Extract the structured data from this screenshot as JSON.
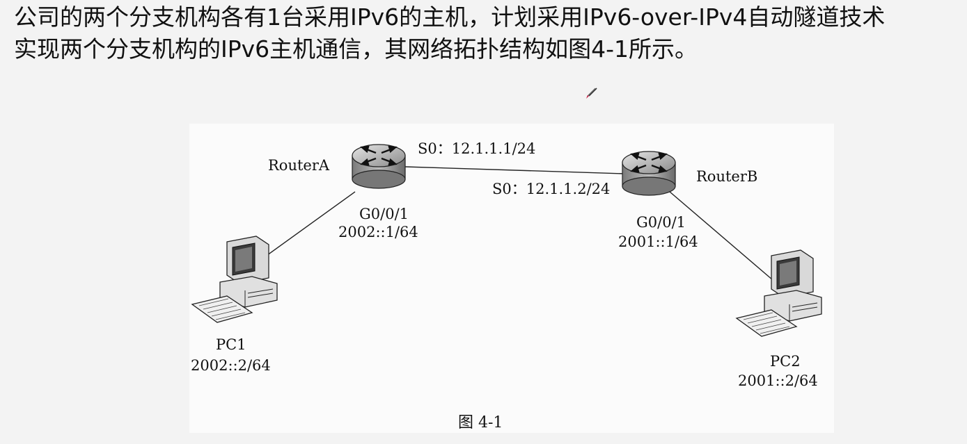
{
  "slide": {
    "line1": "公司的两个分支机构各有1台采用IPv6的主机，计划采用IPv6-over-IPv4自动隧道技术",
    "line2": "实现两个分支机构的IPv6主机通信，其网络拓扑结构如图4-1所示。"
  },
  "diagram": {
    "router_a": {
      "name": "RouterA",
      "serial_label": "S0：12.1.1.1/24",
      "gig_port": "G0/0/1",
      "gig_addr": "2002::1/64"
    },
    "router_b": {
      "name": "RouterB",
      "serial_label": "S0：12.1.1.2/24",
      "gig_port": "G0/0/1",
      "gig_addr": "2001::1/64"
    },
    "pc1": {
      "name": "PC1",
      "addr": "2002::2/64"
    },
    "pc2": {
      "name": "PC2",
      "addr": "2001::2/64"
    },
    "caption": "图 4-1"
  },
  "icons": {
    "router": "router-icon",
    "pc": "desktop-pc-icon",
    "cursor": "pen-cursor-icon"
  },
  "colors": {
    "background": "#f3f3f3",
    "text": "#111111",
    "cursor_tip": "#c0143c"
  }
}
